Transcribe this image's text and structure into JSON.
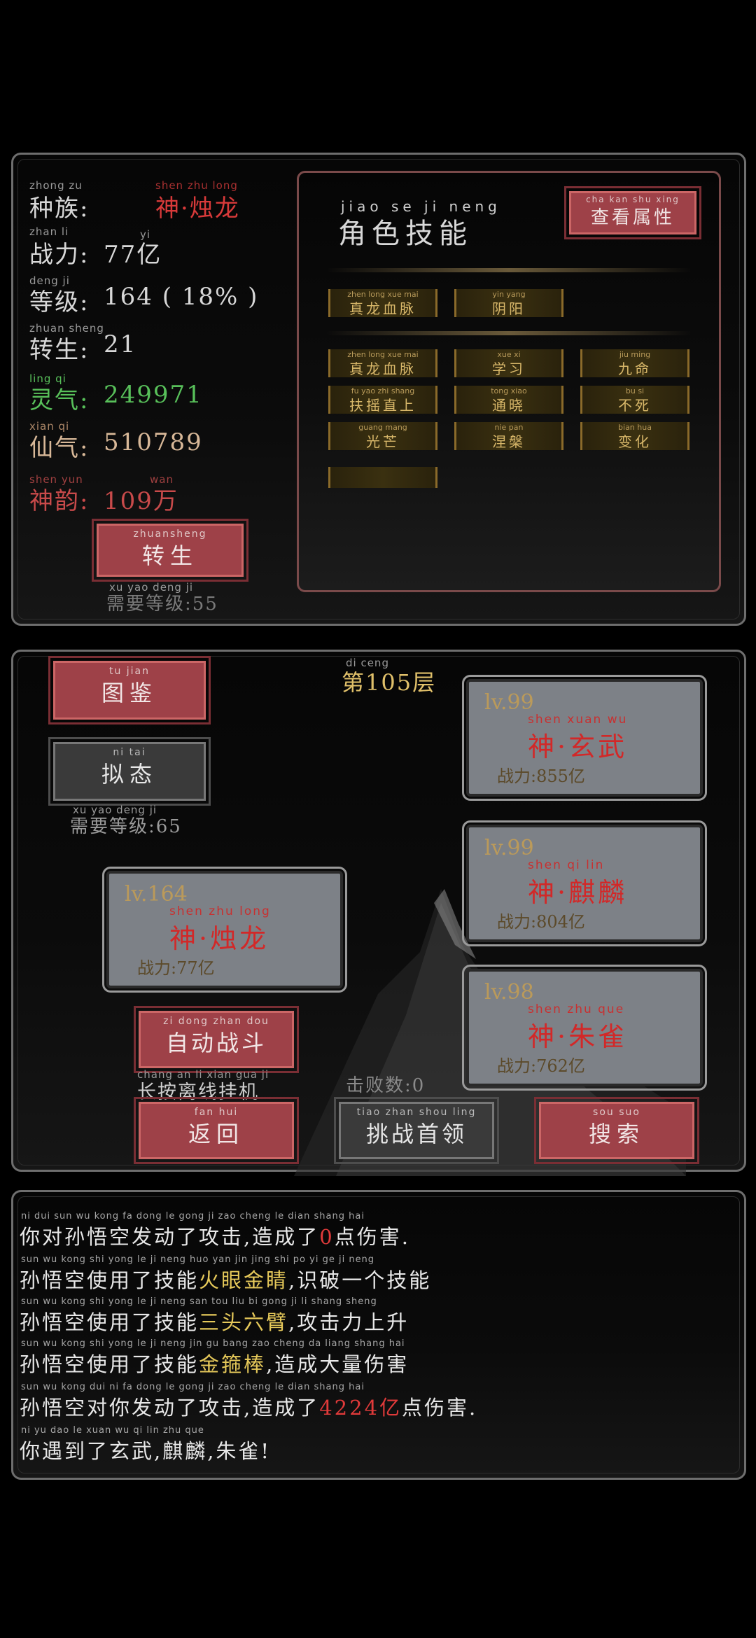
{
  "status": {
    "race_py": "zhong zu",
    "race_label": "种族:",
    "race_value_py": "shen zhu long",
    "race_value": "神·烛龙",
    "power_py": "zhan li",
    "power_label": "战力:",
    "power_value": "77亿",
    "power_unit_py": "yi",
    "level_py": "deng ji",
    "level_label": "等级:",
    "level_value": "164 ( 18% )",
    "rebirth_py": "zhuan sheng",
    "rebirth_label": "转生:",
    "rebirth_value": "21",
    "spirit_py": "ling qi",
    "spirit_label": "灵气:",
    "spirit_value": "249971",
    "immortal_py": "xian qi",
    "immortal_label": "仙气:",
    "immortal_value": "510789",
    "charm_py": "shen yun",
    "charm_label": "神韵:",
    "charm_value": "109万",
    "charm_unit_py": "wan",
    "rebirth_btn_py": "zhuansheng",
    "rebirth_btn": "转生",
    "rebirth_req_py": "xu yao deng ji",
    "rebirth_req": "需要等级:55"
  },
  "skills": {
    "title_py": "jiao se ji neng",
    "title": "角色技能",
    "view_btn_py": "cha kan shu xing",
    "view_btn": "查看属性",
    "row1": [
      {
        "py": "zhen long xue mai",
        "label": "真龙血脉"
      },
      {
        "py": "yin yang",
        "label": "阴阳"
      }
    ],
    "grid": [
      {
        "py": "zhen long xue mai",
        "label": "真龙血脉"
      },
      {
        "py": "xue xi",
        "label": "学习"
      },
      {
        "py": "jiu ming",
        "label": "九命"
      },
      {
        "py": "fu yao zhi shang",
        "label": "扶摇直上"
      },
      {
        "py": "tong xiao",
        "label": "通晓"
      },
      {
        "py": "bu si",
        "label": "不死"
      },
      {
        "py": "guang mang",
        "label": "光芒"
      },
      {
        "py": "nie pan",
        "label": "涅槃"
      },
      {
        "py": "bian hua",
        "label": "变化"
      }
    ]
  },
  "battle": {
    "atlas_py": "tu jian",
    "atlas_btn": "图鉴",
    "mimic_py": "ni tai",
    "mimic_btn": "拟态",
    "mimic_req_py": "xu yao deng ji",
    "mimic_req": "需要等级:65",
    "floor_py": "di ceng",
    "floor": "第105层",
    "player": {
      "lv": "lv.164",
      "py": "shen zhu long",
      "name": "神·烛龙",
      "power": "战力:77亿"
    },
    "enemies": [
      {
        "lv": "lv.99",
        "py": "shen xuan wu",
        "name": "神·玄武",
        "power": "战力:855亿"
      },
      {
        "lv": "lv.99",
        "py": "shen qi lin",
        "name": "神·麒麟",
        "power": "战力:804亿"
      },
      {
        "lv": "lv.98",
        "py": "shen zhu que",
        "name": "神·朱雀",
        "power": "战力:762亿"
      }
    ],
    "auto_py": "zi dong zhan dou",
    "auto_btn": "自动战斗",
    "offline_py": "chang an li xian gua ji",
    "offline": "长按离线挂机",
    "kill_count": "击败数:0",
    "back_py": "fan hui",
    "back_btn": "返回",
    "boss_py": "tiao zhan shou ling",
    "boss_btn": "挑战首领",
    "search_py": "sou suo",
    "search_btn": "搜索"
  },
  "log": [
    {
      "py": "ni dui sun wu kong fa dong le gong ji zao cheng le dian shang hai",
      "pre": "你对孙悟空发动了攻击,造成了",
      "hl": "0",
      "hlc": "red",
      "post": "点伤害."
    },
    {
      "py": "sun wu kong shi yong le ji neng huo yan jin jing shi po yi ge ji neng",
      "pre": "孙悟空使用了技能",
      "hl": "火眼金睛",
      "hlc": "yel",
      "post": ",识破一个技能"
    },
    {
      "py": "sun wu kong shi yong le ji neng san tou liu bi gong ji li shang sheng",
      "pre": "孙悟空使用了技能",
      "hl": "三头六臂",
      "hlc": "yel",
      "post": ",攻击力上升"
    },
    {
      "py": "sun wu kong shi yong le ji neng jin gu bang zao cheng da liang shang hai",
      "pre": "孙悟空使用了技能",
      "hl": "金箍棒",
      "hlc": "yel",
      "post": ",造成大量伤害"
    },
    {
      "py": "sun wu kong dui ni fa dong le gong ji zao cheng le dian shang hai",
      "pre": "孙悟空对你发动了攻击,造成了",
      "hl": "4224亿",
      "hlc": "red",
      "post": "点伤害."
    },
    {
      "py": "ni yu dao le xuan wu qi lin zhu que",
      "pre": "你遇到了玄武,麒麟,朱雀!",
      "hl": "",
      "hlc": "",
      "post": ""
    }
  ]
}
